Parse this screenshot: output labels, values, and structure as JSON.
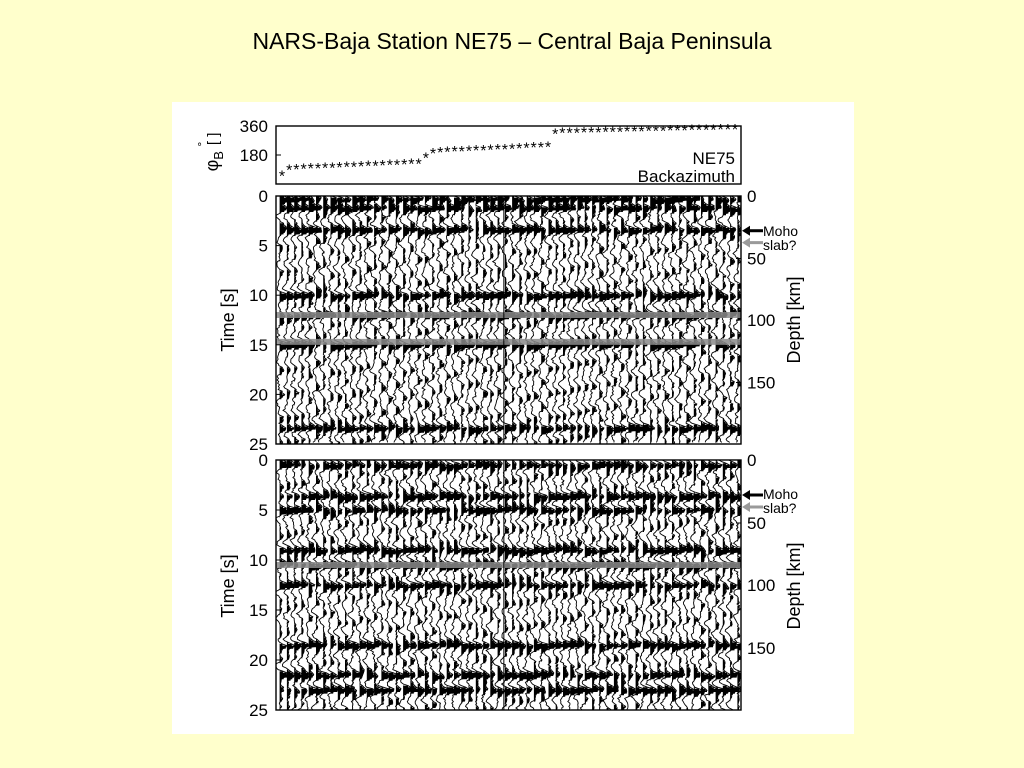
{
  "page": {
    "title": "NARS-Baja Station NE75 – Central Baja Peninsula",
    "background_color": "#ffffcc",
    "figure_background": "#ffffff"
  },
  "chart_data": [
    {
      "type": "scatter",
      "station_label": "NE75",
      "legend_label": "Backazimuth",
      "ylabel": "φB [°]",
      "ylabel_main": "φ",
      "ylabel_sub": "B",
      "ylabel_units": "[ ]",
      "ylabel_degree": "°",
      "ylim": [
        0,
        360
      ],
      "yticks": [
        180,
        360
      ],
      "x": [
        1,
        2,
        3,
        4,
        5,
        6,
        7,
        8,
        9,
        10,
        11,
        12,
        13,
        14,
        15,
        16,
        17,
        18,
        19,
        20,
        21,
        22,
        23,
        24,
        25,
        26,
        27,
        28,
        29,
        30,
        31,
        32,
        33,
        34,
        35,
        36,
        37,
        38,
        39,
        40,
        41,
        42,
        43,
        44,
        45,
        46,
        47,
        48,
        49,
        50,
        51,
        52,
        53,
        54,
        55,
        56,
        57,
        58,
        59,
        60,
        61,
        62,
        63,
        64
      ],
      "values": [
        60,
        95,
        100,
        102,
        104,
        106,
        108,
        110,
        112,
        114,
        116,
        118,
        120,
        122,
        124,
        126,
        128,
        130,
        132,
        134,
        170,
        200,
        205,
        208,
        210,
        212,
        214,
        216,
        218,
        220,
        222,
        225,
        228,
        230,
        232,
        235,
        237,
        240,
        320,
        325,
        326,
        327,
        328,
        329,
        330,
        331,
        332,
        333,
        334,
        335,
        336,
        337,
        338,
        339,
        340,
        341,
        342,
        343,
        344,
        345,
        346,
        347,
        348,
        349
      ],
      "marker": "*",
      "marker_color": "#000000"
    },
    {
      "type": "heatmap",
      "panel": "upper-receiver-functions",
      "xlabel": "",
      "ylabel": "Time [s]",
      "y2label": "Depth [km]",
      "ylim": [
        0,
        25
      ],
      "yticks": [
        0,
        5,
        10,
        15,
        20,
        25
      ],
      "depth_ticks": [
        0,
        50,
        100,
        150
      ],
      "depth_tick_times": [
        0,
        6.3,
        12.5,
        18.8
      ],
      "trace_count": 64,
      "positive_fill": "#000000",
      "reference_lines": [
        {
          "time": 12.0,
          "color": "#8a8a8a"
        },
        {
          "time": 14.7,
          "color": "#8a8a8a"
        }
      ],
      "annotations": [
        {
          "text": "Moho",
          "time": 3.5,
          "arrow_color": "#000000"
        },
        {
          "text": "slab?",
          "time": 4.7,
          "arrow_color": "#9a9a9a"
        }
      ],
      "strong_arrivals": [
        0.3,
        1.2,
        3.4,
        10.0,
        12.0,
        15.0,
        23.4
      ]
    },
    {
      "type": "heatmap",
      "panel": "lower-receiver-functions",
      "xlabel": "",
      "ylabel": "Time [s]",
      "y2label": "Depth [km]",
      "ylim": [
        0,
        25
      ],
      "yticks": [
        0,
        5,
        10,
        15,
        20,
        25
      ],
      "depth_ticks": [
        0,
        50,
        100,
        150
      ],
      "depth_tick_times": [
        0,
        6.3,
        12.5,
        18.8
      ],
      "trace_count": 64,
      "positive_fill": "#000000",
      "reference_lines": [
        {
          "time": 10.5,
          "color": "#8a8a8a"
        }
      ],
      "annotations": [
        {
          "text": "Moho",
          "time": 3.5,
          "arrow_color": "#000000"
        },
        {
          "text": "slab?",
          "time": 4.7,
          "arrow_color": "#9a9a9a"
        }
      ],
      "strong_arrivals": [
        0.5,
        3.6,
        5.0,
        9.0,
        10.5,
        12.5,
        18.5,
        21.5,
        23.0
      ]
    }
  ]
}
